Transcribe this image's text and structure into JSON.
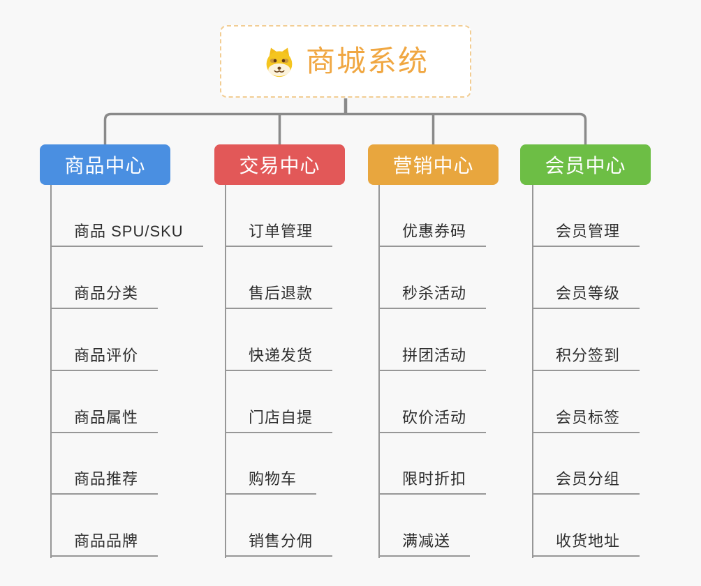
{
  "page": {
    "background": "#f8f8f8"
  },
  "root": {
    "title": "商城系统",
    "icon": "dog-face-icon",
    "title_color": "#f0a742",
    "border_color": "#f2cd93"
  },
  "connectors": {
    "tree_color": "#8a8a8a",
    "leaf_line_color": "#979797"
  },
  "branches": [
    {
      "label": "商品中心",
      "color": "#4a8fe1",
      "items": [
        "商品 SPU/SKU",
        "商品分类",
        "商品评价",
        "商品属性",
        "商品推荐",
        "商品品牌"
      ]
    },
    {
      "label": "交易中心",
      "color": "#e25858",
      "items": [
        "订单管理",
        "售后退款",
        "快递发货",
        "门店自提",
        "购物车",
        "销售分佣"
      ]
    },
    {
      "label": "营销中心",
      "color": "#e8a63e",
      "items": [
        "优惠券码",
        "秒杀活动",
        "拼团活动",
        "砍价活动",
        "限时折扣",
        "满减送"
      ]
    },
    {
      "label": "会员中心",
      "color": "#6dbe45",
      "items": [
        "会员管理",
        "会员等级",
        "积分签到",
        "会员标签",
        "会员分组",
        "收货地址"
      ]
    }
  ]
}
